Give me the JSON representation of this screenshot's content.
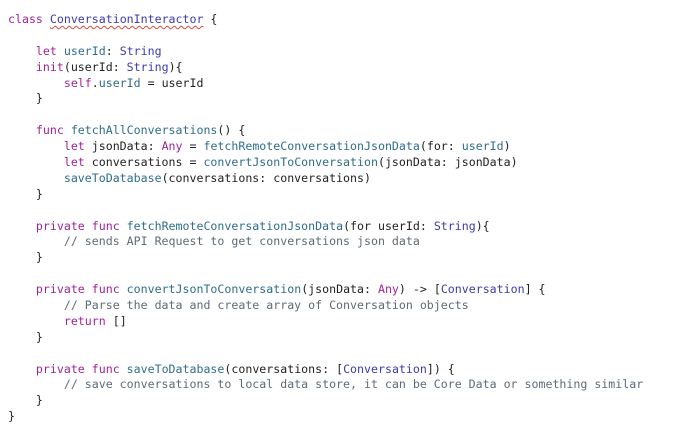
{
  "colors": {
    "keyword": "#a1239a",
    "type": "#3b3bb0",
    "function": "#2f6d8b",
    "comment": "#5d6b76",
    "plain": "#1f1f1f",
    "background": "#ffffff",
    "spell_underline": "#d84a3a"
  },
  "code": {
    "lines": [
      [
        {
          "t": "class",
          "c": "kw"
        },
        {
          "t": " ",
          "c": "pl"
        },
        {
          "t": "ConversationInteractor",
          "c": "ty",
          "u": true
        },
        {
          "t": " {",
          "c": "pl"
        }
      ],
      [],
      [
        {
          "t": "    let",
          "c": "kw"
        },
        {
          "t": " ",
          "c": "pl"
        },
        {
          "t": "userId",
          "c": "fn"
        },
        {
          "t": ": ",
          "c": "pl"
        },
        {
          "t": "String",
          "c": "ty"
        }
      ],
      [
        {
          "t": "    init",
          "c": "kw"
        },
        {
          "t": "(userId: ",
          "c": "pl"
        },
        {
          "t": "String",
          "c": "ty"
        },
        {
          "t": "){",
          "c": "pl"
        }
      ],
      [
        {
          "t": "        self",
          "c": "kw"
        },
        {
          "t": ".",
          "c": "pl"
        },
        {
          "t": "userId",
          "c": "fn"
        },
        {
          "t": " = userId",
          "c": "pl"
        }
      ],
      [
        {
          "t": "    }",
          "c": "pl"
        }
      ],
      [],
      [
        {
          "t": "    func",
          "c": "kw"
        },
        {
          "t": " ",
          "c": "pl"
        },
        {
          "t": "fetchAllConversations",
          "c": "fn"
        },
        {
          "t": "() {",
          "c": "pl"
        }
      ],
      [
        {
          "t": "        let",
          "c": "kw"
        },
        {
          "t": " jsonData: ",
          "c": "pl"
        },
        {
          "t": "Any",
          "c": "kw"
        },
        {
          "t": " = ",
          "c": "pl"
        },
        {
          "t": "fetchRemoteConversationJsonData",
          "c": "fn"
        },
        {
          "t": "(for: ",
          "c": "pl"
        },
        {
          "t": "userId",
          "c": "fn"
        },
        {
          "t": ")",
          "c": "pl"
        }
      ],
      [
        {
          "t": "        let",
          "c": "kw"
        },
        {
          "t": " conversations = ",
          "c": "pl"
        },
        {
          "t": "convertJsonToConversation",
          "c": "fn"
        },
        {
          "t": "(jsonData: jsonData)",
          "c": "pl"
        }
      ],
      [
        {
          "t": "        saveToDatabase",
          "c": "fn"
        },
        {
          "t": "(conversations: conversations)",
          "c": "pl"
        }
      ],
      [
        {
          "t": "    }",
          "c": "pl"
        }
      ],
      [],
      [
        {
          "t": "    private",
          "c": "kw"
        },
        {
          "t": " ",
          "c": "pl"
        },
        {
          "t": "func",
          "c": "kw"
        },
        {
          "t": " ",
          "c": "pl"
        },
        {
          "t": "fetchRemoteConversationJsonData",
          "c": "fn"
        },
        {
          "t": "(for userId: ",
          "c": "pl"
        },
        {
          "t": "String",
          "c": "ty"
        },
        {
          "t": "){",
          "c": "pl"
        }
      ],
      [
        {
          "t": "        // sends API Request to get conversations json data",
          "c": "cm"
        }
      ],
      [
        {
          "t": "    }",
          "c": "pl"
        }
      ],
      [],
      [
        {
          "t": "    private",
          "c": "kw"
        },
        {
          "t": " ",
          "c": "pl"
        },
        {
          "t": "func",
          "c": "kw"
        },
        {
          "t": " ",
          "c": "pl"
        },
        {
          "t": "convertJsonToConversation",
          "c": "fn"
        },
        {
          "t": "(jsonData: ",
          "c": "pl"
        },
        {
          "t": "Any",
          "c": "kw"
        },
        {
          "t": ") -> [",
          "c": "pl"
        },
        {
          "t": "Conversation",
          "c": "ty"
        },
        {
          "t": "] {",
          "c": "pl"
        }
      ],
      [
        {
          "t": "        // Parse the data and create array of Conversation objects",
          "c": "cm"
        }
      ],
      [
        {
          "t": "        return",
          "c": "kw"
        },
        {
          "t": " []",
          "c": "pl"
        }
      ],
      [
        {
          "t": "    }",
          "c": "pl"
        }
      ],
      [],
      [
        {
          "t": "    private",
          "c": "kw"
        },
        {
          "t": " ",
          "c": "pl"
        },
        {
          "t": "func",
          "c": "kw"
        },
        {
          "t": " ",
          "c": "pl"
        },
        {
          "t": "saveToDatabase",
          "c": "fn"
        },
        {
          "t": "(conversations: [",
          "c": "pl"
        },
        {
          "t": "Conversation",
          "c": "ty"
        },
        {
          "t": "]) {",
          "c": "pl"
        }
      ],
      [
        {
          "t": "        // save conversations to local data store, it can be Core Data or something similar",
          "c": "cm"
        }
      ],
      [
        {
          "t": "    }",
          "c": "pl"
        }
      ],
      [
        {
          "t": "}",
          "c": "pl"
        }
      ]
    ]
  }
}
